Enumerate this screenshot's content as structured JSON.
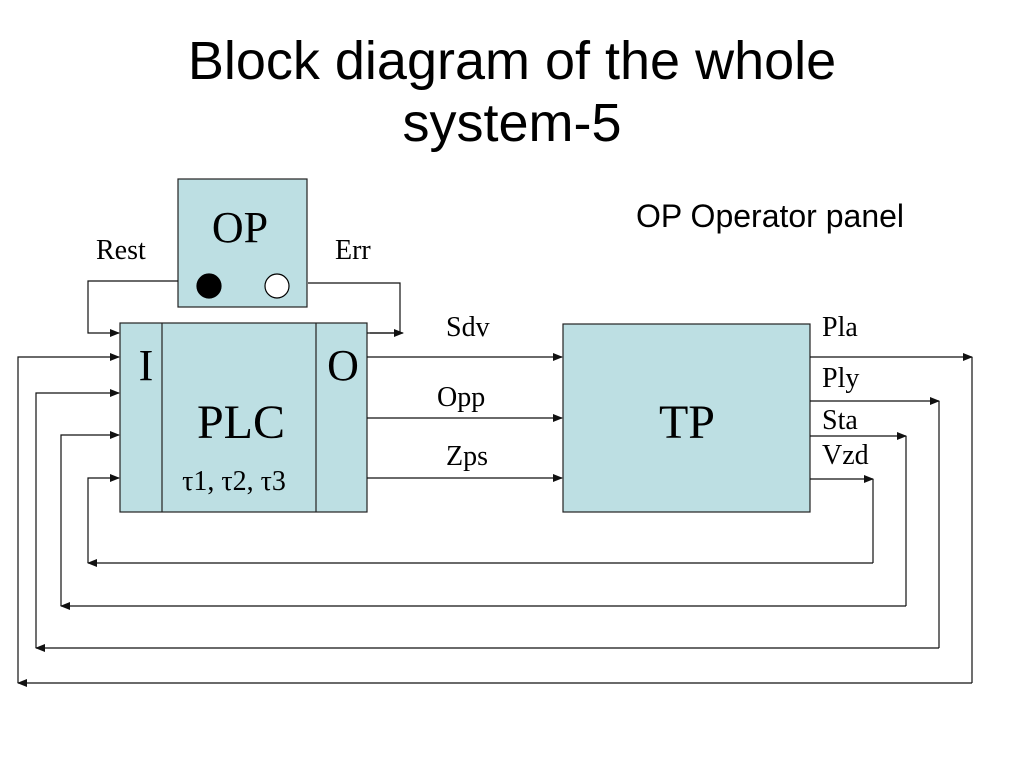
{
  "title": {
    "line1": "Block diagram of the whole",
    "line2": "system-5"
  },
  "note": "OP Operator panel",
  "blocks": {
    "op": {
      "label": "OP"
    },
    "plc": {
      "input_label": "I",
      "output_label": "O",
      "label": "PLC",
      "timers": "τ1, τ2, τ3"
    },
    "tp": {
      "label": "TP"
    }
  },
  "op_signals": {
    "rest": "Rest",
    "err": "Err"
  },
  "plc_to_tp_signals": {
    "sdv": "Sdv",
    "opp": "Opp",
    "zps": "Zps"
  },
  "tp_outputs": {
    "pla": "Pla",
    "ply": "Ply",
    "sta": "Sta",
    "vzd": "Vzd"
  },
  "colors": {
    "block_fill": "#bddfe3",
    "line": "#111111"
  }
}
